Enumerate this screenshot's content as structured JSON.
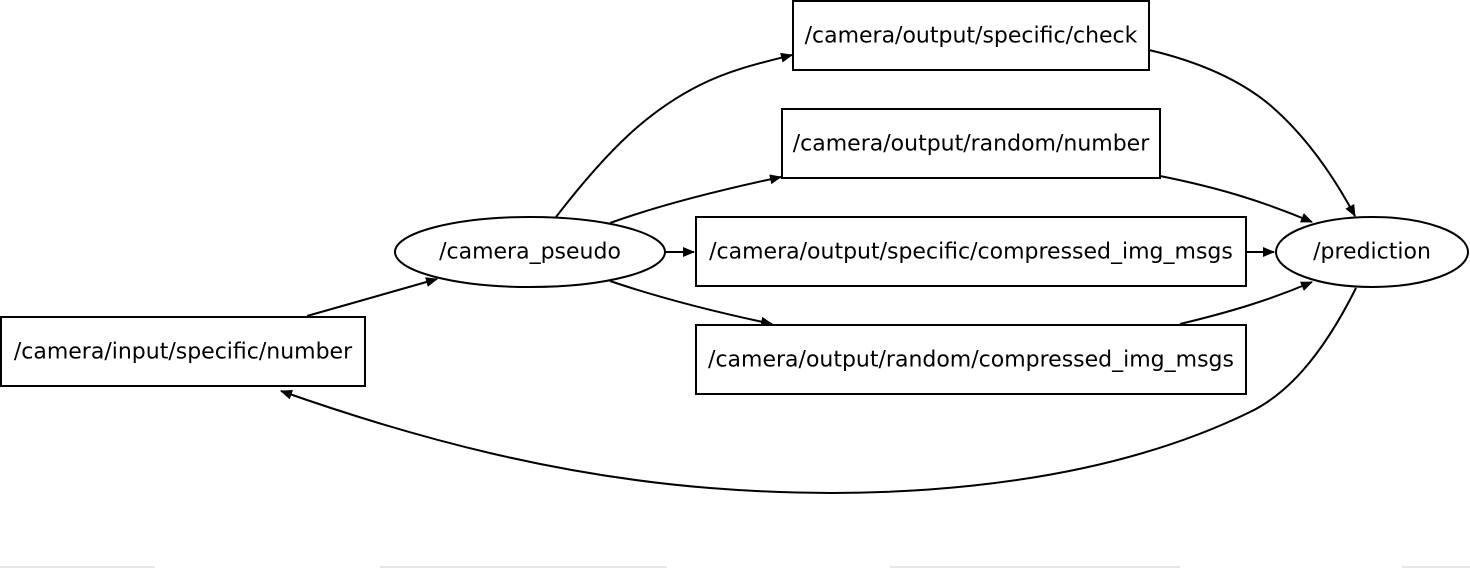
{
  "nodes": {
    "camera_input_specific_number": {
      "label": "/camera/input/specific/number",
      "shape": "box"
    },
    "camera_pseudo": {
      "label": "/camera_pseudo",
      "shape": "ellipse"
    },
    "camera_output_specific_check": {
      "label": "/camera/output/specific/check",
      "shape": "box"
    },
    "camera_output_random_number": {
      "label": "/camera/output/random/number",
      "shape": "box"
    },
    "camera_output_specific_compressed_img_msgs": {
      "label": "/camera/output/specific/compressed_img_msgs",
      "shape": "box"
    },
    "camera_output_random_compressed_img_msgs": {
      "label": "/camera/output/random/compressed_img_msgs",
      "shape": "box"
    },
    "prediction": {
      "label": "/prediction",
      "shape": "ellipse"
    }
  },
  "edges": [
    {
      "from": "camera_input_specific_number",
      "to": "camera_pseudo"
    },
    {
      "from": "camera_pseudo",
      "to": "camera_output_specific_check"
    },
    {
      "from": "camera_pseudo",
      "to": "camera_output_random_number"
    },
    {
      "from": "camera_pseudo",
      "to": "camera_output_specific_compressed_img_msgs"
    },
    {
      "from": "camera_pseudo",
      "to": "camera_output_random_compressed_img_msgs"
    },
    {
      "from": "camera_output_specific_check",
      "to": "prediction"
    },
    {
      "from": "camera_output_random_number",
      "to": "prediction"
    },
    {
      "from": "camera_output_specific_compressed_img_msgs",
      "to": "prediction"
    },
    {
      "from": "camera_output_random_compressed_img_msgs",
      "to": "prediction"
    },
    {
      "from": "prediction",
      "to": "camera_input_specific_number"
    }
  ],
  "colors": {
    "stroke": "#000000",
    "fill": "#ffffff",
    "text": "#000000"
  }
}
